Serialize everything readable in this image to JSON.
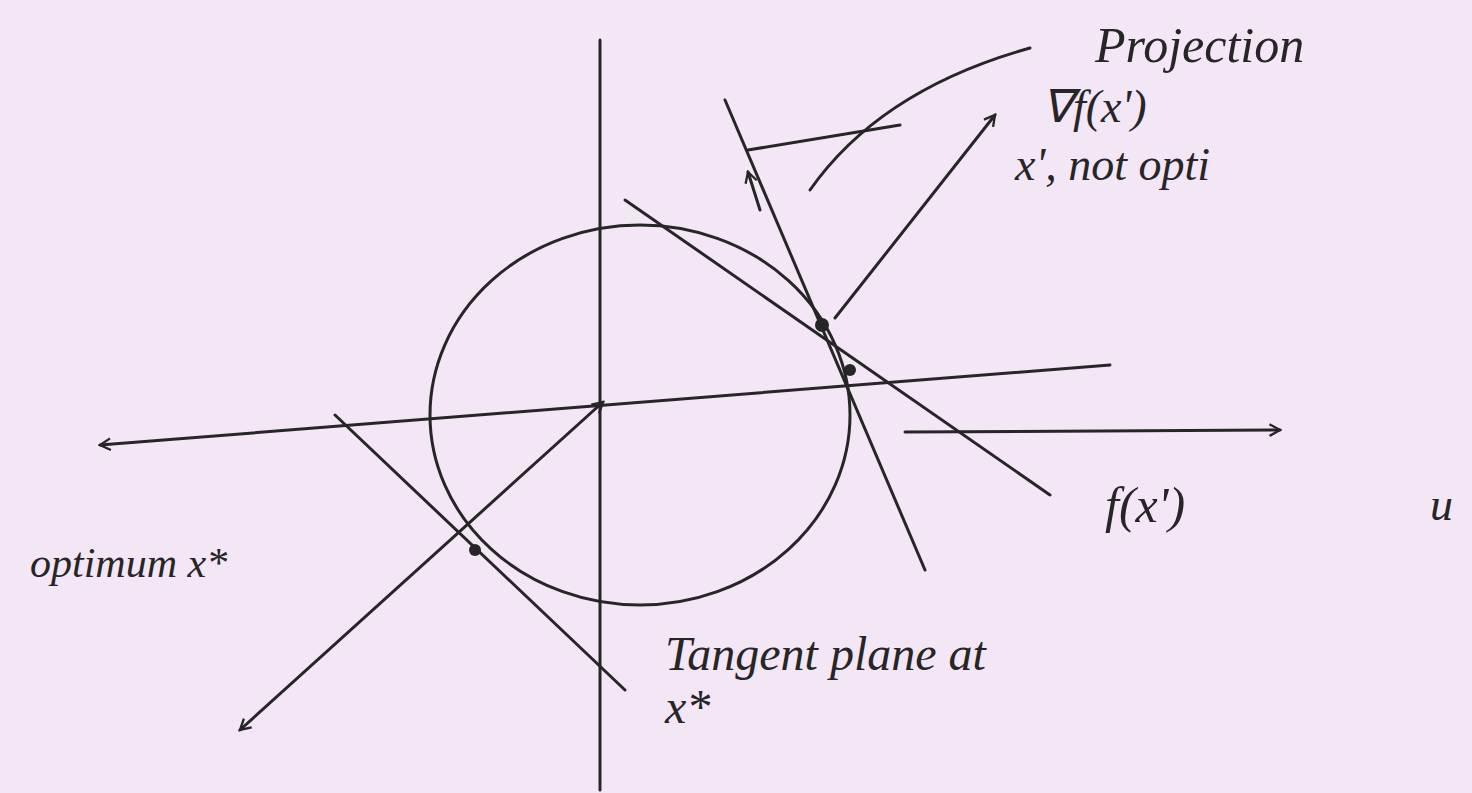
{
  "diagram": {
    "labels": [
      "Projection",
      "∇f(x')",
      "x', not opti",
      "f(x')",
      "u",
      "optimum x*",
      "Tangent plane at x*"
    ]
  }
}
